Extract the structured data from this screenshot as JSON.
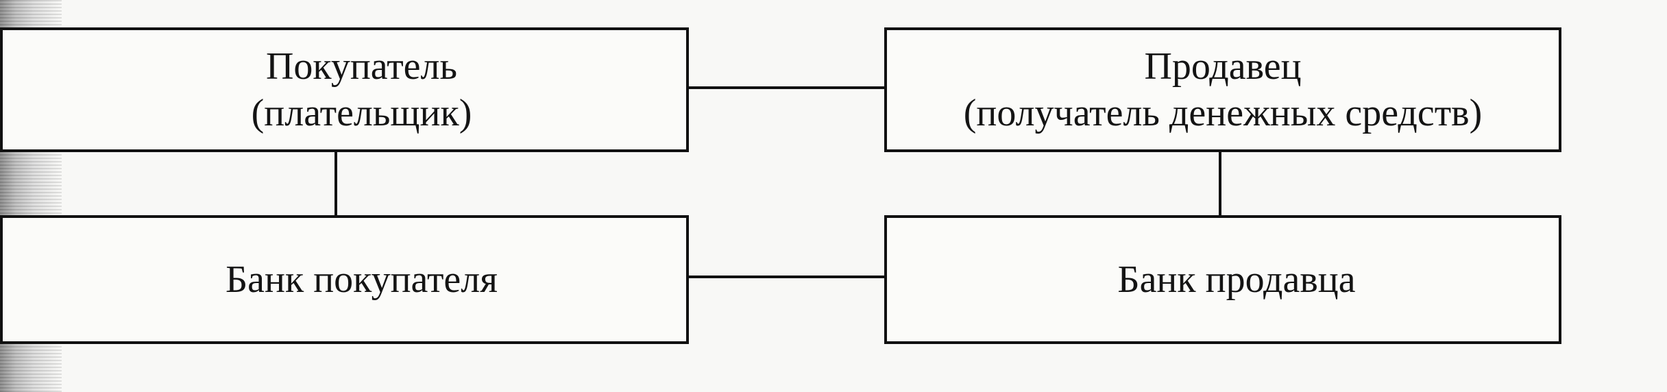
{
  "nodes": {
    "buyer": {
      "line1": "Покупатель",
      "line2": "(плательщик)"
    },
    "seller": {
      "line1": "Продавец",
      "line2": "(получатель денежных средств)"
    },
    "buyer_bank": {
      "label": "Банк покупателя"
    },
    "seller_bank": {
      "label": "Банк продавца"
    }
  },
  "connections": [
    [
      "buyer",
      "seller"
    ],
    [
      "buyer",
      "buyer_bank"
    ],
    [
      "seller",
      "seller_bank"
    ],
    [
      "buyer_bank",
      "seller_bank"
    ]
  ]
}
